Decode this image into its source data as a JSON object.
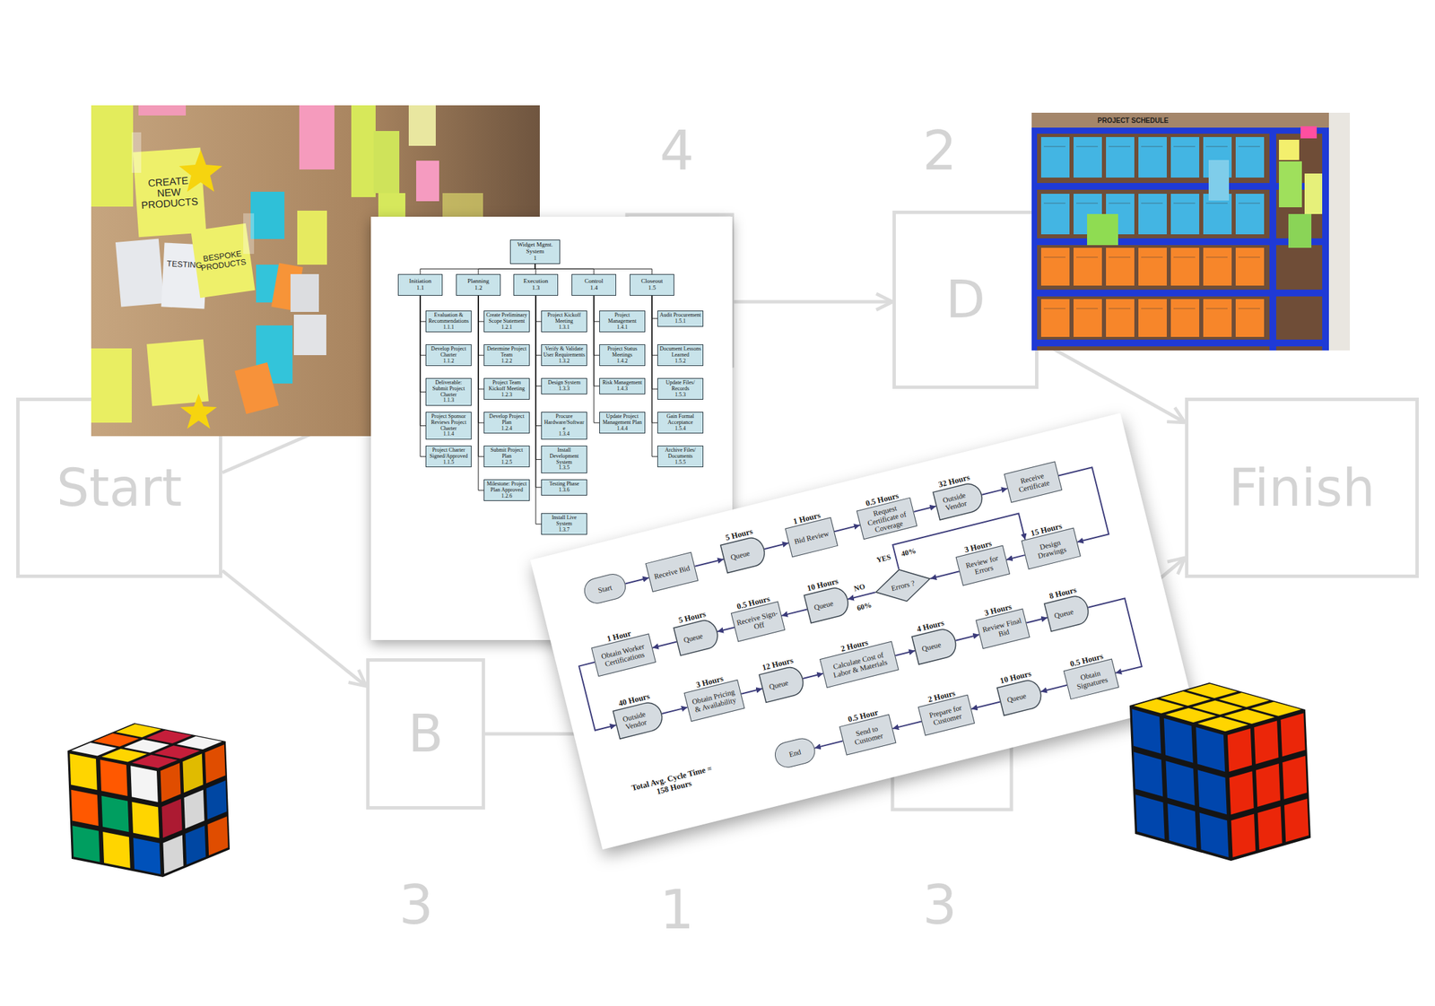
{
  "diagram": {
    "nodes": [
      {
        "text": [
          "Start"
        ]
      },
      {
        "text": [
          "B"
        ]
      },
      {
        "text": [
          "D"
        ]
      },
      {
        "text": [
          "Finish"
        ]
      },
      {
        "text": [
          "Widget Mgmt. System",
          "1"
        ]
      },
      {
        "text": [
          "Initiation",
          "1.1"
        ]
      },
      {
        "text": [
          "Planning",
          "1.2"
        ]
      },
      {
        "text": [
          "Execution",
          "1.3"
        ]
      },
      {
        "text": [
          "Control",
          "1.4"
        ]
      },
      {
        "text": [
          "Closeout",
          "1.5"
        ]
      },
      {
        "text": [
          "Evaluation & Recommendations",
          "1.1.1"
        ]
      },
      {
        "text": [
          "Develop Project Charter",
          "1.1.2"
        ]
      },
      {
        "text": [
          "Deliverable: Submit Project Charter",
          "1.1.3"
        ]
      },
      {
        "text": [
          "Project Sponsor Reviews Project Charter",
          "1.1.4"
        ]
      },
      {
        "text": [
          "Project Charter Signed/Approved",
          "1.1.5"
        ]
      },
      {
        "text": [
          "Create Preliminary Scope Statement",
          "1.2.1"
        ]
      },
      {
        "text": [
          "Determine Project Team",
          "1.2.2"
        ]
      },
      {
        "text": [
          "Project Team Kickoff Meeting",
          "1.2.3"
        ]
      },
      {
        "text": [
          "Develop Project Plan",
          "1.2.4"
        ]
      },
      {
        "text": [
          "Submit Project Plan",
          "1.2.5"
        ]
      },
      {
        "text": [
          "Milestone: Project Plan Approved",
          "1.2.6"
        ]
      },
      {
        "text": [
          "Project Kickoff Meeting",
          "1.3.1"
        ]
      },
      {
        "text": [
          "Verify & Validate User Requirements",
          "1.3.2"
        ]
      },
      {
        "text": [
          "Design System",
          "1.3.3"
        ]
      },
      {
        "text": [
          "Procure Hardware/Software",
          "1.3.4"
        ]
      },
      {
        "text": [
          "Install Development System",
          "1.3.5"
        ]
      },
      {
        "text": [
          "Testing Phase",
          "1.3.6"
        ]
      },
      {
        "text": [
          "Install Live System",
          "1.3.7"
        ]
      },
      {
        "text": [
          "Project Management",
          "1.4.1"
        ]
      },
      {
        "text": [
          "Project Status Meetings",
          "1.4.2"
        ]
      },
      {
        "text": [
          "Risk Management",
          "1.4.3"
        ]
      },
      {
        "text": [
          "Update Project Management Plan",
          "1.4.4"
        ]
      },
      {
        "text": [
          "Audit Procurement",
          "1.5.1"
        ]
      },
      {
        "text": [
          "Document Lessons Learned",
          "1.5.2"
        ]
      },
      {
        "text": [
          "Update Files/ Records",
          "1.5.3"
        ]
      },
      {
        "text": [
          "Gain Formal Acceptance",
          "1.5.4"
        ]
      },
      {
        "text": [
          "Archive Files/ Documents",
          "1.5.5"
        ]
      },
      {
        "text": [
          "Start"
        ]
      },
      {
        "text": [
          "Receive Bid"
        ]
      },
      {
        "text": [
          "5 Hours",
          "Queue"
        ]
      },
      {
        "text": [
          "1 Hours",
          "Bid Review"
        ]
      },
      {
        "text": [
          "0.5 Hours",
          "Request Certificate of Coverage"
        ]
      },
      {
        "text": [
          "32 Hours",
          "Outside Vendor"
        ]
      },
      {
        "text": [
          "Receive Certificate"
        ]
      },
      {
        "text": [
          "15 Hours",
          "Design Drawings"
        ]
      },
      {
        "text": [
          "3 Hours",
          "Review for Errors"
        ]
      },
      {
        "text": [
          "Errors ?"
        ]
      },
      {
        "text": [
          "10 Hours",
          "Queue"
        ]
      },
      {
        "text": [
          "0.5 Hours",
          "Receive Sign-Off"
        ]
      },
      {
        "text": [
          "5 Hours",
          "Queue"
        ]
      },
      {
        "text": [
          "1 Hour",
          "Obtain Worker Certifications"
        ]
      },
      {
        "text": [
          "40 Hours",
          "Outside Vendor"
        ]
      },
      {
        "text": [
          "3 Hours",
          "Obtain Pricing & Availability"
        ]
      },
      {
        "text": [
          "12 Hours",
          "Queue"
        ]
      },
      {
        "text": [
          "2 Hours",
          "Calculate Cost of Labor & Materials"
        ]
      },
      {
        "text": [
          "4 Hours",
          "Queue"
        ]
      },
      {
        "text": [
          "3 Hours",
          "Review Final Bid"
        ]
      },
      {
        "text": [
          "8 Hours",
          "Queue"
        ]
      },
      {
        "text": [
          "0.5 Hours",
          "Obtain Signatures"
        ]
      },
      {
        "text": [
          "10 Hours",
          "Queue"
        ]
      },
      {
        "text": [
          "2 Hours",
          "Prepare for Customer"
        ]
      },
      {
        "text": [
          "0.5 Hour",
          "Send to Customer"
        ]
      },
      {
        "text": [
          "End"
        ]
      }
    ],
    "edges": [
      {
        "from": 0,
        "to": 1,
        "arrow": "to"
      },
      {
        "from": 2,
        "to": 3,
        "arrow": "to"
      },
      {
        "from": 4,
        "to": 5,
        "arrow": "none"
      },
      {
        "from": 4,
        "to": 6,
        "arrow": "none"
      },
      {
        "from": 4,
        "to": 7,
        "arrow": "none"
      },
      {
        "from": 4,
        "to": 8,
        "arrow": "none"
      },
      {
        "from": 4,
        "to": 9,
        "arrow": "none"
      },
      {
        "from": 5,
        "to": 10,
        "arrow": "none"
      },
      {
        "from": 5,
        "to": 11,
        "arrow": "none"
      },
      {
        "from": 5,
        "to": 12,
        "arrow": "none"
      },
      {
        "from": 5,
        "to": 13,
        "arrow": "none"
      },
      {
        "from": 5,
        "to": 14,
        "arrow": "none"
      },
      {
        "from": 6,
        "to": 15,
        "arrow": "none"
      },
      {
        "from": 6,
        "to": 16,
        "arrow": "none"
      },
      {
        "from": 6,
        "to": 17,
        "arrow": "none"
      },
      {
        "from": 6,
        "to": 18,
        "arrow": "none"
      },
      {
        "from": 6,
        "to": 19,
        "arrow": "none"
      },
      {
        "from": 6,
        "to": 20,
        "arrow": "none"
      },
      {
        "from": 7,
        "to": 21,
        "arrow": "none"
      },
      {
        "from": 7,
        "to": 22,
        "arrow": "none"
      },
      {
        "from": 7,
        "to": 23,
        "arrow": "none"
      },
      {
        "from": 7,
        "to": 24,
        "arrow": "none"
      },
      {
        "from": 7,
        "to": 25,
        "arrow": "none"
      },
      {
        "from": 7,
        "to": 26,
        "arrow": "none"
      },
      {
        "from": 7,
        "to": 27,
        "arrow": "none"
      },
      {
        "from": 8,
        "to": 28,
        "arrow": "none"
      },
      {
        "from": 8,
        "to": 29,
        "arrow": "none"
      },
      {
        "from": 8,
        "to": 30,
        "arrow": "none"
      },
      {
        "from": 8,
        "to": 31,
        "arrow": "none"
      },
      {
        "from": 9,
        "to": 32,
        "arrow": "none"
      },
      {
        "from": 9,
        "to": 33,
        "arrow": "none"
      },
      {
        "from": 9,
        "to": 34,
        "arrow": "none"
      },
      {
        "from": 9,
        "to": 35,
        "arrow": "none"
      },
      {
        "from": 9,
        "to": 36,
        "arrow": "none"
      },
      {
        "from": 37,
        "to": 38,
        "arrow": "to"
      },
      {
        "from": 38,
        "to": 39,
        "arrow": "to"
      },
      {
        "from": 39,
        "to": 40,
        "arrow": "to"
      },
      {
        "from": 40,
        "to": 41,
        "arrow": "to"
      },
      {
        "from": 41,
        "to": 42,
        "arrow": "to"
      },
      {
        "from": 42,
        "to": 43,
        "arrow": "to"
      },
      {
        "from": 43,
        "to": 44,
        "arrow": "to"
      },
      {
        "from": 44,
        "to": 45,
        "arrow": "to"
      },
      {
        "from": 45,
        "to": 46,
        "arrow": "to"
      },
      {
        "from": 46,
        "to": 47,
        "label": "NO",
        "arrow": "to"
      },
      {
        "from": 46,
        "to": 44,
        "label": "YES",
        "arrow": "to"
      },
      {
        "from": 47,
        "to": 48,
        "arrow": "to"
      },
      {
        "from": 48,
        "to": 49,
        "arrow": "to"
      },
      {
        "from": 49,
        "to": 50,
        "arrow": "to"
      },
      {
        "from": 50,
        "to": 51,
        "arrow": "to"
      },
      {
        "from": 51,
        "to": 52,
        "arrow": "to"
      },
      {
        "from": 52,
        "to": 53,
        "arrow": "to"
      },
      {
        "from": 53,
        "to": 54,
        "arrow": "to"
      },
      {
        "from": 54,
        "to": 55,
        "arrow": "to"
      },
      {
        "from": 55,
        "to": 56,
        "arrow": "to"
      },
      {
        "from": 56,
        "to": 57,
        "arrow": "to"
      },
      {
        "from": 57,
        "to": 58,
        "arrow": "to"
      },
      {
        "from": 58,
        "to": 59,
        "arrow": "to"
      },
      {
        "from": 59,
        "to": 60,
        "arrow": "to"
      },
      {
        "from": 60,
        "to": 61,
        "arrow": "to"
      },
      {
        "from": 61,
        "to": 62,
        "arrow": "to"
      }
    ],
    "labels": [
      "4",
      "2",
      "3",
      "1",
      "3",
      "CREATE NEW PRODUCTS",
      "BESPOKE PRODUCTS",
      "TESTING",
      "PROJECT SCHEDULE",
      "40%",
      "60%",
      "Total Avg. Cycle Time = 158 Hours"
    ]
  }
}
